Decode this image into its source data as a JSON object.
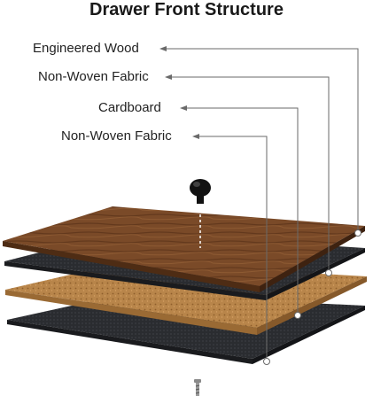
{
  "title": "Drawer Front Structure",
  "layers": [
    {
      "label": "Engineered Wood",
      "material": "wood"
    },
    {
      "label": "Non-Woven Fabric",
      "material": "fabric"
    },
    {
      "label": "Cardboard",
      "material": "cardboard"
    },
    {
      "label": "Non-Woven Fabric",
      "material": "fabric"
    }
  ],
  "colors": {
    "wood": "#7a4a28",
    "fabric": "#2a2c30",
    "cardboard": "#b8854a",
    "leader": "#6a6a6a"
  },
  "icons": [
    "knob-icon",
    "screw-icon"
  ]
}
